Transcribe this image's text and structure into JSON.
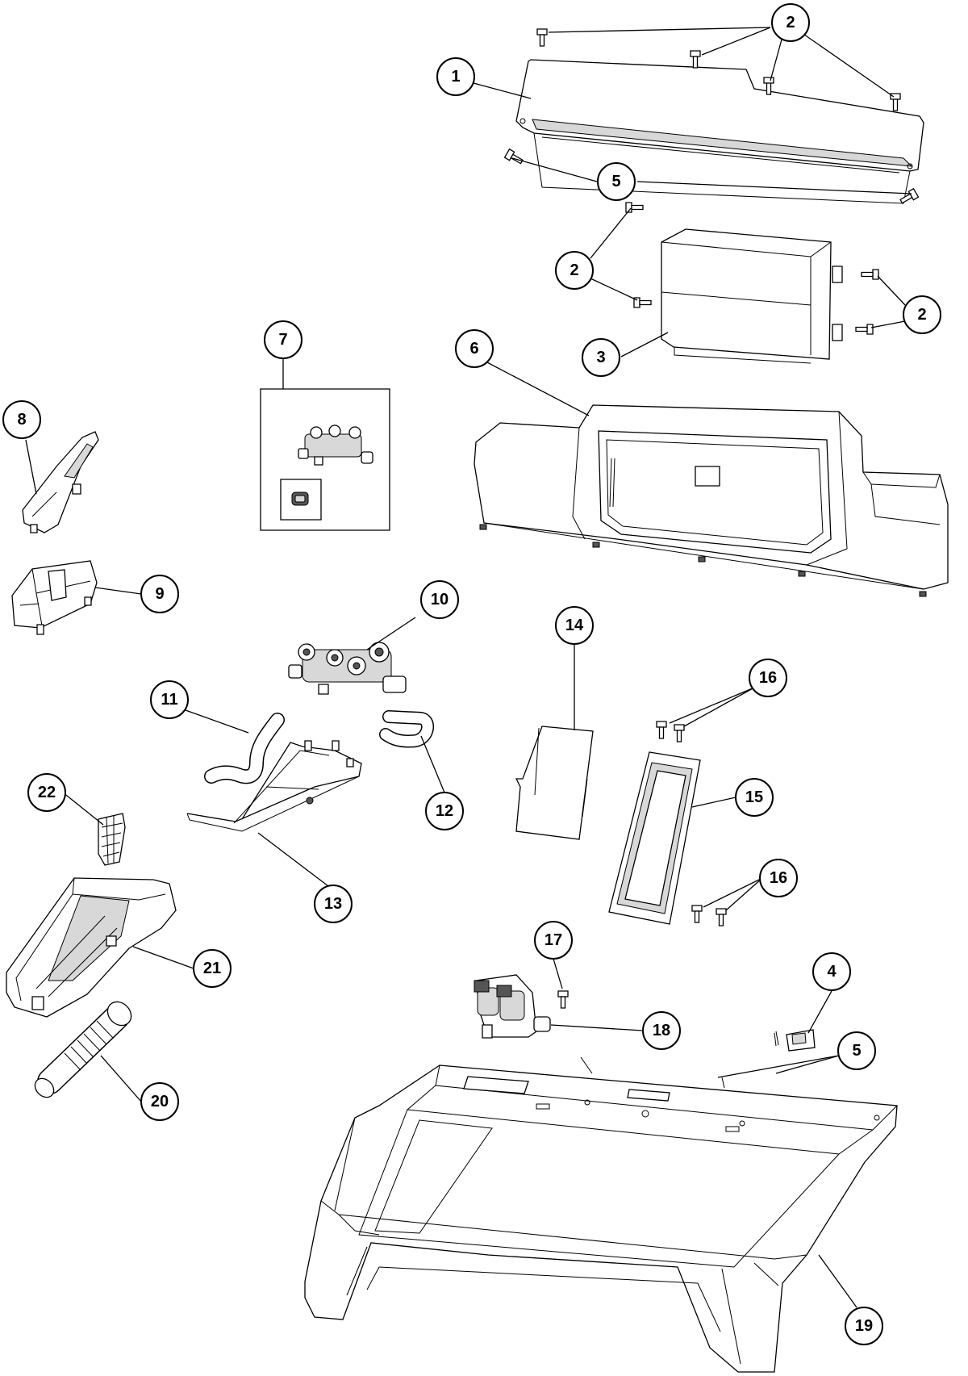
{
  "callouts": [
    {
      "id": "c1",
      "label": "1"
    },
    {
      "id": "c2a",
      "label": "2"
    },
    {
      "id": "c2b",
      "label": "2"
    },
    {
      "id": "c2c",
      "label": "2"
    },
    {
      "id": "c3",
      "label": "3"
    },
    {
      "id": "c4",
      "label": "4"
    },
    {
      "id": "c5a",
      "label": "5"
    },
    {
      "id": "c5b",
      "label": "5"
    },
    {
      "id": "c6",
      "label": "6"
    },
    {
      "id": "c7",
      "label": "7"
    },
    {
      "id": "c8",
      "label": "8"
    },
    {
      "id": "c9",
      "label": "9"
    },
    {
      "id": "c10",
      "label": "10"
    },
    {
      "id": "c11",
      "label": "11"
    },
    {
      "id": "c12",
      "label": "12"
    },
    {
      "id": "c13",
      "label": "13"
    },
    {
      "id": "c14",
      "label": "14"
    },
    {
      "id": "c15",
      "label": "15"
    },
    {
      "id": "c16a",
      "label": "16"
    },
    {
      "id": "c16b",
      "label": "16"
    },
    {
      "id": "c17",
      "label": "17"
    },
    {
      "id": "c18",
      "label": "18"
    },
    {
      "id": "c19",
      "label": "19"
    },
    {
      "id": "c20",
      "label": "20"
    },
    {
      "id": "c21",
      "label": "21"
    },
    {
      "id": "c22",
      "label": "22"
    }
  ]
}
